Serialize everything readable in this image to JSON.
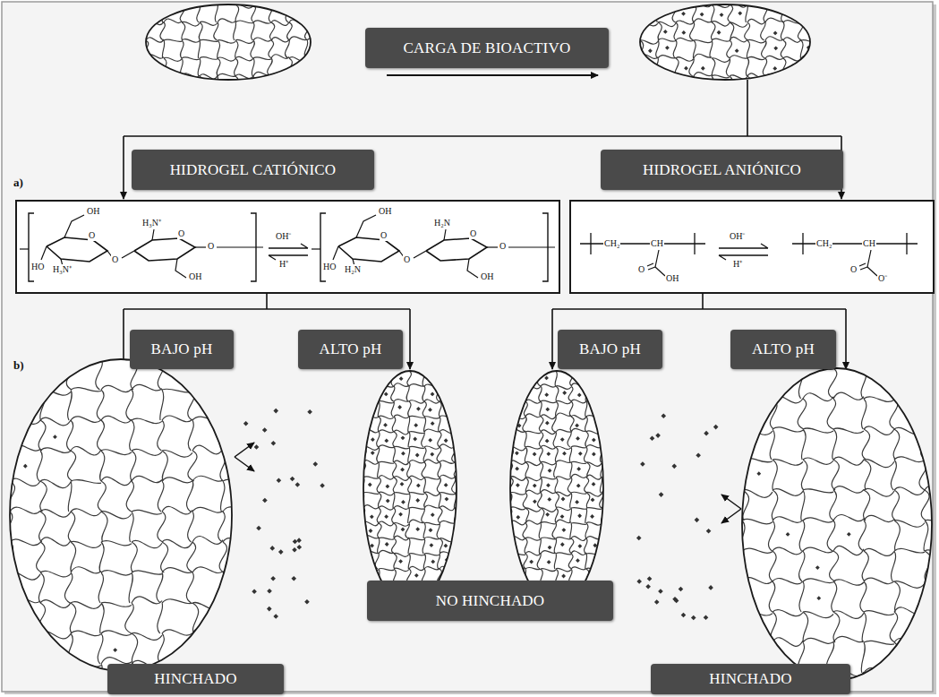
{
  "diagram": {
    "nodes": [
      {
        "text": [
          "CARGA DE BIOACTIVO"
        ]
      },
      {
        "text": [
          "HIDROGEL CATIÓNICO"
        ]
      },
      {
        "text": [
          "HIDROGEL ANIÓNICO"
        ]
      },
      {
        "text": [
          "BAJO pH"
        ]
      },
      {
        "text": [
          "ALTO pH"
        ]
      },
      {
        "text": [
          "BAJO pH"
        ]
      },
      {
        "text": [
          "ALTO pH"
        ]
      },
      {
        "text": [
          "NO HINCHADO"
        ]
      },
      {
        "text": [
          "HINCHADO"
        ]
      },
      {
        "text": [
          "HINCHADO"
        ]
      }
    ],
    "labels": [
      "a)",
      "b)",
      "OH",
      "O",
      "HO",
      "H₃N⁺",
      "O",
      "H₃N⁺",
      "O",
      "OH",
      "O",
      "OH⁻",
      "H⁺",
      "OH",
      "O",
      "HO",
      "H₂N",
      "O",
      "H₂N",
      "O",
      "OH",
      "O",
      "CH₂",
      "CH",
      "O",
      "OH",
      "OH⁻",
      "H⁺",
      "CH₂",
      "CH",
      "O",
      "O⁻"
    ]
  }
}
